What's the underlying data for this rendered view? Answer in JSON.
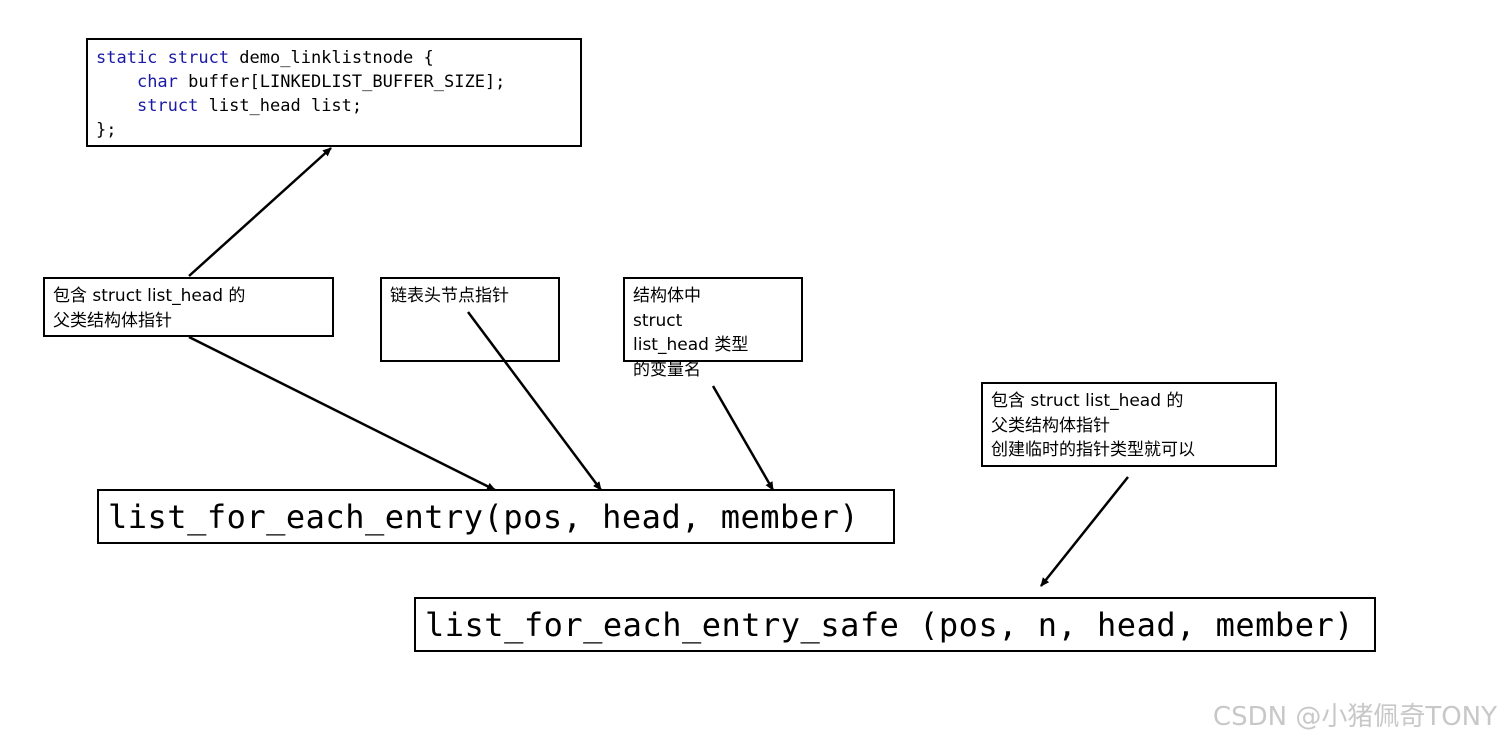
{
  "code_box": {
    "lines": [
      {
        "indent": "",
        "parts": [
          {
            "t": "static struct",
            "kw": true
          },
          {
            "t": " demo_linklistnode {",
            "kw": false
          }
        ]
      },
      {
        "indent": "    ",
        "parts": [
          {
            "t": "char",
            "kw": true
          },
          {
            "t": " buffer[LINKEDLIST_BUFFER_SIZE];",
            "kw": false
          }
        ]
      },
      {
        "indent": "    ",
        "parts": [
          {
            "t": "struct",
            "kw": true
          },
          {
            "t": " list_head list;",
            "kw": false
          }
        ]
      },
      {
        "indent": "",
        "parts": [
          {
            "t": "};",
            "kw": false
          }
        ]
      }
    ]
  },
  "note_pos": "包含 struct list_head 的\n父类结构体指针",
  "note_head": "链表头节点指针",
  "note_member": "结构体中\nstruct\nlist_head 类型\n的变量名",
  "note_n": "包含 struct list_head 的\n父类结构体指针\n创建临时的指针类型就可以",
  "macro_entry": "list_for_each_entry(pos, head, member)",
  "macro_safe": "list_for_each_entry_safe (pos, n, head, member)",
  "watermark": "CSDN @小猪佩奇TONY",
  "colors": {
    "keyword": "#1a1aa6",
    "stroke": "#000000",
    "watermark": "#c8c8c8"
  }
}
